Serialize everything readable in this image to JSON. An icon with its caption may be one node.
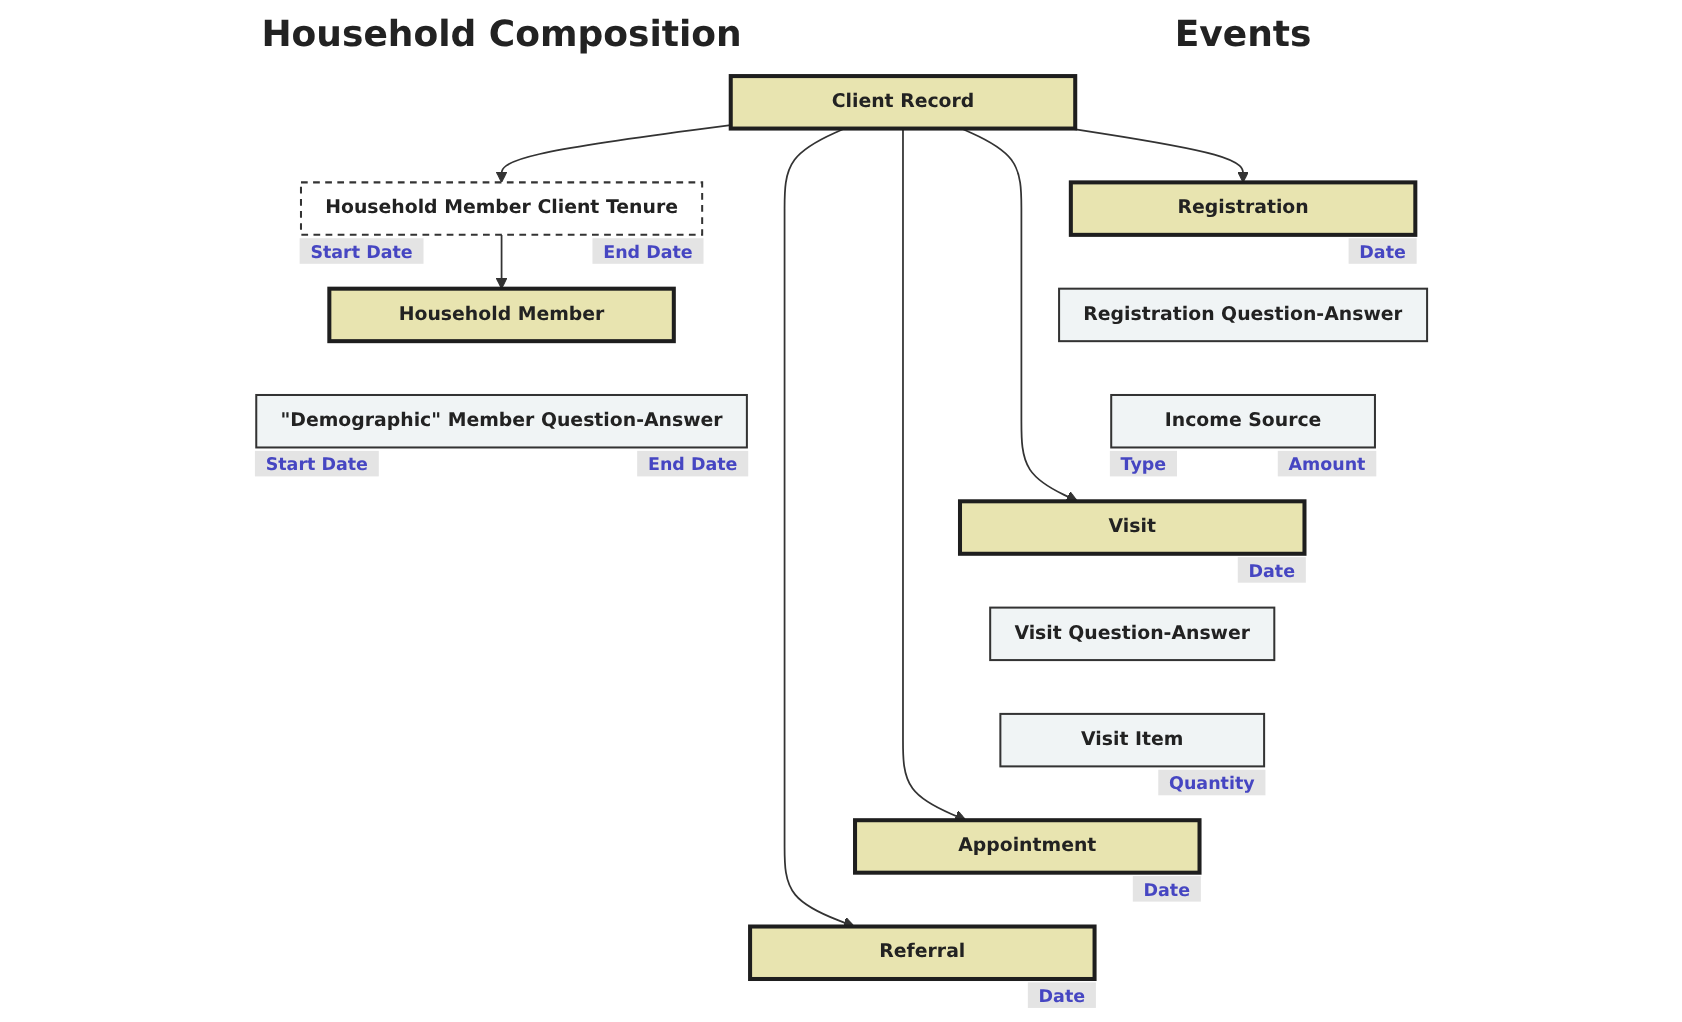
{
  "diagram": {
    "nodes": [
      {
        "text": [
          "Client Record"
        ]
      },
      {
        "text": [
          "Household Member Client Tenure"
        ],
        "beside": [
          "Start Date",
          "End Date"
        ]
      },
      {
        "text": [
          "Household Member"
        ]
      },
      {
        "text": [
          "\"Demographic\" Member Question-Answer"
        ],
        "beside": [
          "Start Date",
          "End Date"
        ]
      },
      {
        "text": [
          "Registration"
        ],
        "beside": [
          "Date"
        ]
      },
      {
        "text": [
          "Registration Question-Answer"
        ]
      },
      {
        "text": [
          "Income Source"
        ],
        "beside": [
          "Type",
          "Amount"
        ]
      },
      {
        "text": [
          "Visit"
        ],
        "beside": [
          "Date"
        ]
      },
      {
        "text": [
          "Visit Question-Answer"
        ]
      },
      {
        "text": [
          "Visit Item"
        ],
        "beside": [
          "Quantity"
        ]
      },
      {
        "text": [
          "Appointment"
        ],
        "beside": [
          "Date"
        ]
      },
      {
        "text": [
          "Referral"
        ],
        "beside": [
          "Date"
        ]
      }
    ],
    "edges": [
      {
        "from": 0,
        "to": 1,
        "arrow": "to"
      },
      {
        "from": 1,
        "to": 2,
        "arrow": "to"
      },
      {
        "from": 0,
        "to": 4,
        "arrow": "to"
      },
      {
        "from": 0,
        "to": 7,
        "arrow": "to"
      },
      {
        "from": 0,
        "to": 10,
        "arrow": "to"
      },
      {
        "from": 0,
        "to": 11,
        "arrow": "to"
      }
    ],
    "labels": [
      "Household Composition",
      "Events"
    ]
  }
}
